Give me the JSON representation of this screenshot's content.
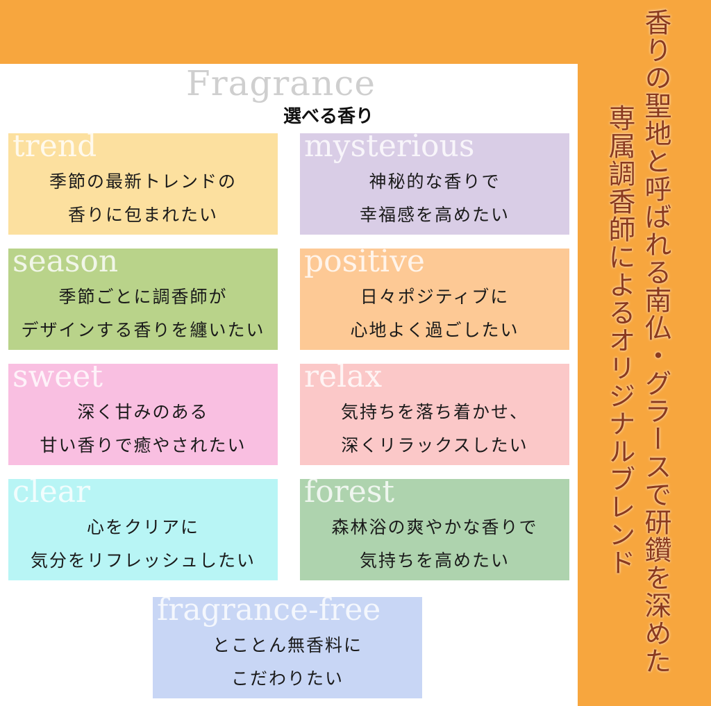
{
  "header": {
    "title_en": "Fragrance",
    "title_jp": "選べる香り"
  },
  "colors": {
    "background": "#F7A63E",
    "vertical_text": "#8B3A1E"
  },
  "side_text": {
    "line1": "香りの聖地と呼ばれる南仏・グラースで研鑽を深めた",
    "line2": "専属調香師によるオリジナルブレンド"
  },
  "cards": [
    {
      "en": "trend",
      "line1": "季節の最新トレンドの",
      "line2": "香りに包まれたい",
      "color": "#FCE09F"
    },
    {
      "en": "mysterious",
      "line1": "神秘的な香りで",
      "line2": "幸福感を高めたい",
      "color": "#D9CDE6"
    },
    {
      "en": "season",
      "line1": "季節ごとに調香師が",
      "line2": "デザインする香りを纏いたい",
      "color": "#B9D38A"
    },
    {
      "en": "positive",
      "line1": "日々ポジティブに",
      "line2": "心地よく過ごしたい",
      "color": "#FDC995"
    },
    {
      "en": "sweet",
      "line1": "深く甘みのある",
      "line2": "甘い香りで癒やされたい",
      "color": "#F9BFE1"
    },
    {
      "en": "relax",
      "line1": "気持ちを落ち着かせ、",
      "line2": "深くリラックスしたい",
      "color": "#FBC8C8"
    },
    {
      "en": "clear",
      "line1": "心をクリアに",
      "line2": "気分をリフレッシュしたい",
      "color": "#B8F5F5"
    },
    {
      "en": "forest",
      "line1": "森林浴の爽やかな香りで",
      "line2": "気持ちを高めたい",
      "color": "#AED3AE"
    },
    {
      "en": "fragrance-free",
      "line1": "とことん無香料に",
      "line2": "こだわりたい",
      "color": "#C8D6F5"
    }
  ]
}
